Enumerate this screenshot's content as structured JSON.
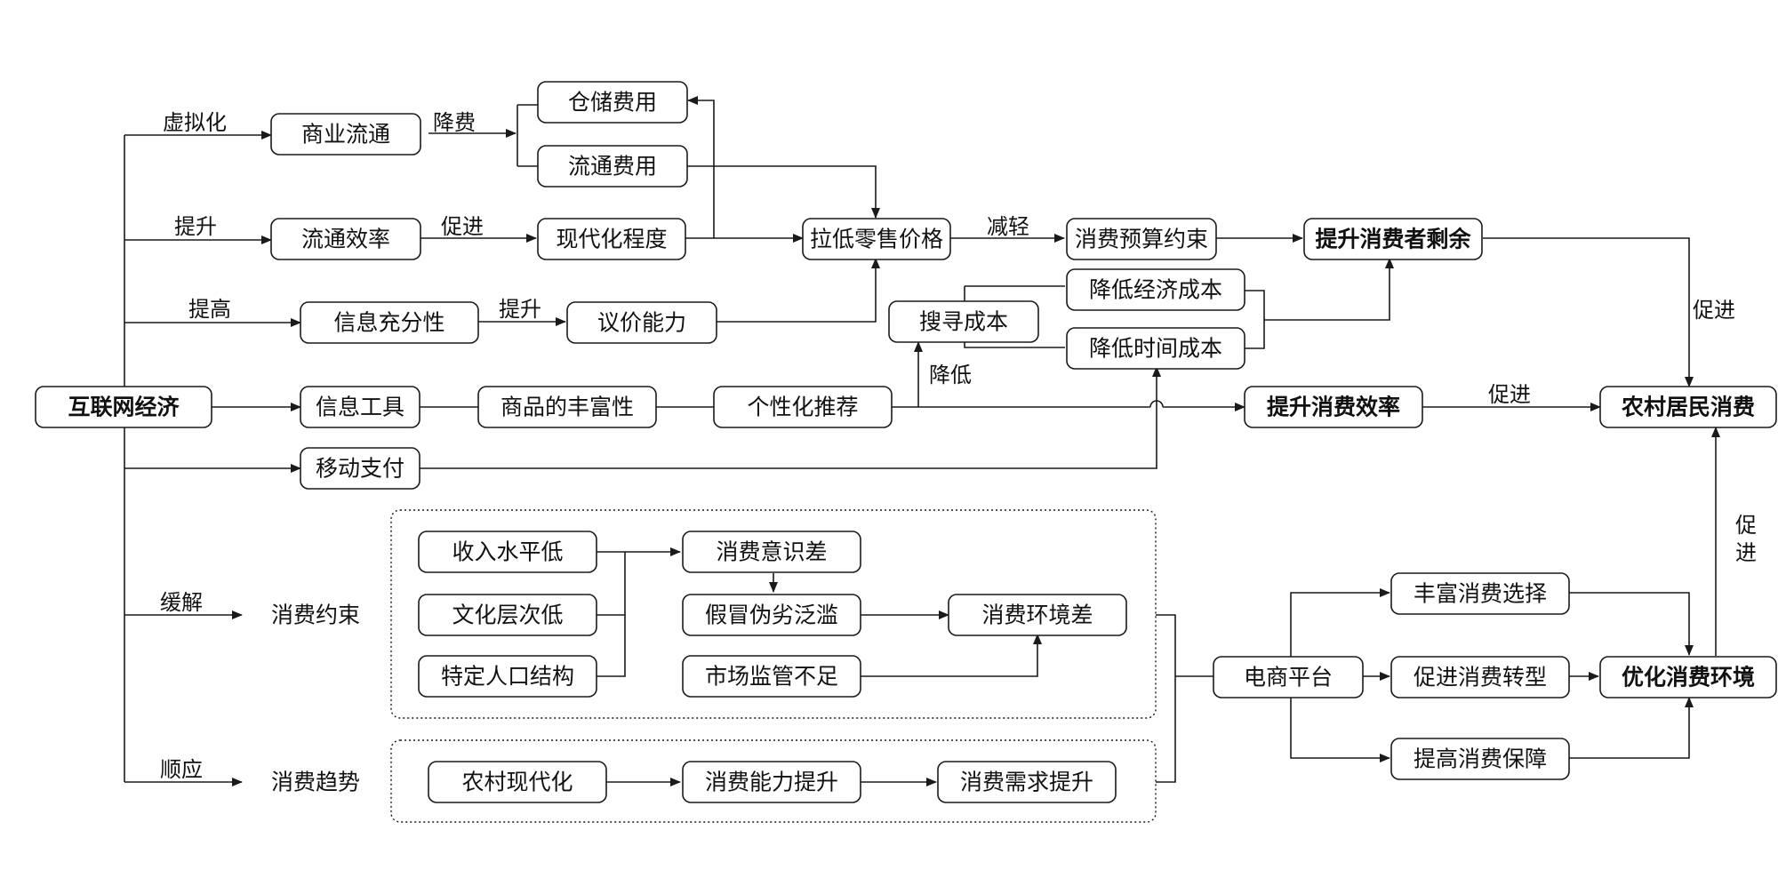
{
  "nodes": {
    "internet_economy": "互联网经济",
    "commerce_circulation": "商业流通",
    "storage_cost": "仓储费用",
    "circulation_cost": "流通费用",
    "circulation_efficiency": "流通效率",
    "modernization_level": "现代化程度",
    "lower_retail_price": "拉低零售价格",
    "budget_constraint": "消费预算约束",
    "consumer_surplus": "提升消费者剩余",
    "info_sufficiency": "信息充分性",
    "bargaining_power": "议价能力",
    "search_cost": "搜寻成本",
    "lower_economic_cost": "降低经济成本",
    "lower_time_cost": "降低时间成本",
    "info_tools": "信息工具",
    "product_richness": "商品的丰富性",
    "personalized_rec": "个性化推荐",
    "consumption_efficiency": "提升消费效率",
    "rural_consumption": "农村居民消费",
    "mobile_payment": "移动支付",
    "consumption_constraint": "消费约束",
    "low_income": "收入水平低",
    "low_education": "文化层次低",
    "demographic_structure": "特定人口结构",
    "poor_awareness": "消费意识差",
    "counterfeits": "假冒伪劣泛滥",
    "poor_environment": "消费环境差",
    "weak_supervision": "市场监管不足",
    "ecommerce_platform": "电商平台",
    "enrich_choice": "丰富消费选择",
    "promote_transformation": "促进消费转型",
    "optimize_environment": "优化消费环境",
    "improve_protection": "提高消费保障",
    "consumption_trend": "消费趋势",
    "rural_modernization": "农村现代化",
    "capacity_increase": "消费能力提升",
    "demand_increase": "消费需求提升"
  },
  "edge_labels": {
    "virtualize": "虚拟化",
    "reduce_fee": "降费",
    "enhance_1": "提升",
    "promote_1": "促进",
    "improve": "提高",
    "enhance_2": "提升",
    "lighten": "减轻",
    "lower": "降低",
    "promote_2": "促进",
    "promote_3": "促进",
    "promote_4_line1": "促",
    "promote_4_line2": "进",
    "alleviate": "缓解",
    "conform": "顺应"
  }
}
